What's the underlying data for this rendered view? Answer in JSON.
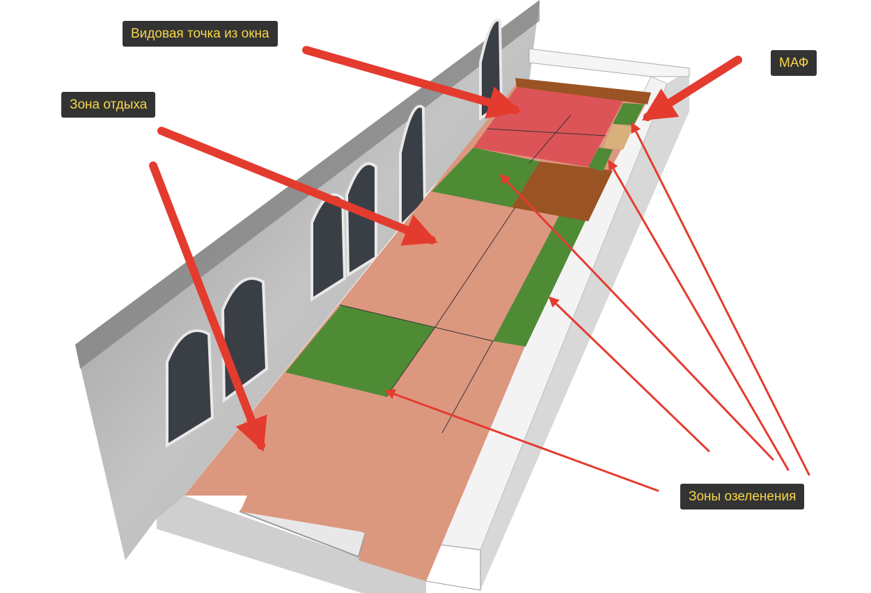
{
  "labels": {
    "viewpoint": "Видовая точка из окна",
    "rest_zone": "Зона отдыха",
    "maf": "МАФ",
    "green_zones": "Зоны озеленения"
  },
  "colors": {
    "label_bg": "#333333",
    "label_text": "#f7d649",
    "arrow": "#e43b2f",
    "paving_pink": "#dc977f",
    "lawn": "#4f8a35",
    "deck": "#9a5423",
    "red_zone": "#dd5458",
    "parapet": "#e2e2e2"
  }
}
